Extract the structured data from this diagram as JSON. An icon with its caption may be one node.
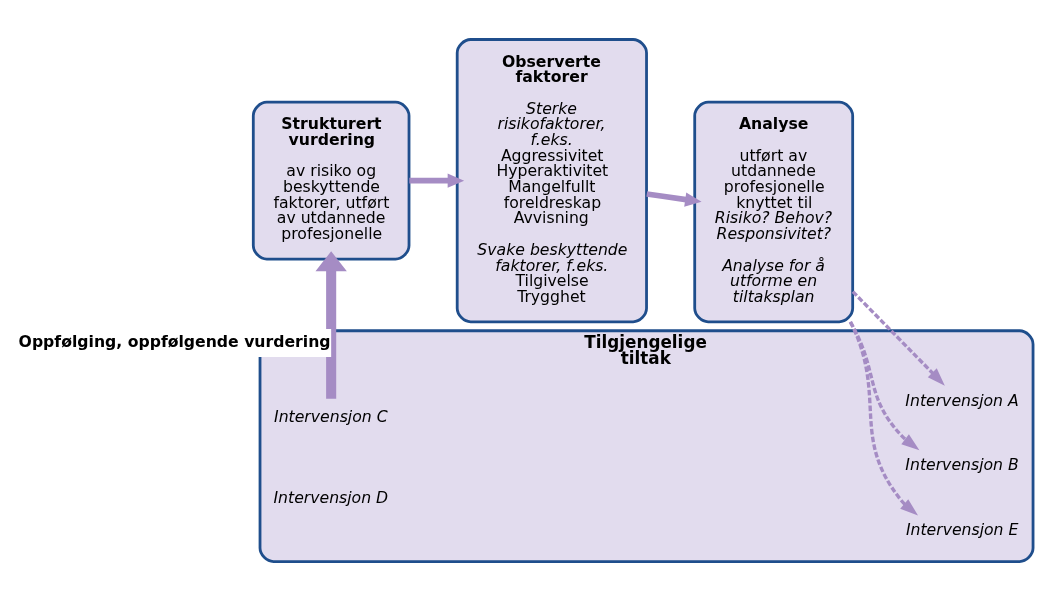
{
  "diagram": {
    "nodes": [
      {
        "text": [
          "Strukturert vurdering",
          "av risiko og beskyttende faktorer, utført av utdannede profesjonelle"
        ]
      },
      {
        "text": [
          "Observerte faktorer",
          "Sterke risikofaktorer, f.eks.",
          "Aggressivitet",
          "Hyperaktivitet",
          "Mangelfullt foreldreskap",
          "Avvisning",
          "Svake beskyttende faktorer, f.eks.",
          "Tilgivelse",
          "Trygghet"
        ]
      },
      {
        "text": [
          "Analyse",
          "utført av utdannede profesjonelle knyttet til",
          "Risiko? Behov? Responsivitet?",
          "Analyse for å utforme en tiltaksplan"
        ]
      },
      {
        "text": [
          "Tilgjengelige tiltak"
        ]
      },
      {
        "text": [
          "Intervensjon A"
        ],
        "in": 3
      },
      {
        "text": [
          "Intervensjon B"
        ],
        "in": 3
      },
      {
        "text": [
          "Intervensjon C"
        ],
        "in": 3
      },
      {
        "text": [
          "Intervensjon D"
        ],
        "in": 3
      },
      {
        "text": [
          "Intervensjon E"
        ],
        "in": 3
      }
    ],
    "edges": [
      {
        "from": 0,
        "to": 1,
        "arrow": "to"
      },
      {
        "from": 1,
        "to": 2,
        "arrow": "to"
      },
      {
        "from": 2,
        "to": 4,
        "arrow": "to",
        "style": "dashed"
      },
      {
        "from": 2,
        "to": 5,
        "arrow": "to",
        "style": "dashed"
      },
      {
        "from": 2,
        "to": 8,
        "arrow": "to",
        "style": "dashed"
      },
      {
        "from": 6,
        "to": 0,
        "arrow": "to",
        "style": "thick",
        "label": "Oppfølging, oppfølgende vurdering"
      }
    ]
  }
}
